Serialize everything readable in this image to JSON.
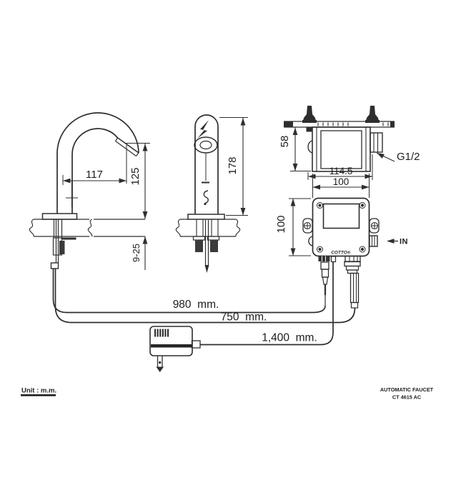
{
  "labels": {
    "unit": "Unit : m.m.",
    "product_line1": "AUTOMATIC FAUCET",
    "product_line2": "CT 4615 AC",
    "brand": "COTTO®",
    "inlet": "IN",
    "thread": "G1/2"
  },
  "dimensions": {
    "spout_reach_mm": "117",
    "spout_height_mm": "125",
    "deck_thickness_range_mm": "9-25",
    "body_height_mm": "178",
    "control_box_depth_mm": "58",
    "bracket_width_mm": "114.5",
    "control_box_width_mm": "100",
    "control_box_height_mm": "100"
  },
  "cables": {
    "sensor_cable_length": "980  mm.",
    "supply_hose_length": "750  mm.",
    "power_cord_length": "1,400  mm."
  },
  "colors": {
    "line": "#2e2e2e",
    "text": "#1d1d1d",
    "background": "#ffffff"
  }
}
